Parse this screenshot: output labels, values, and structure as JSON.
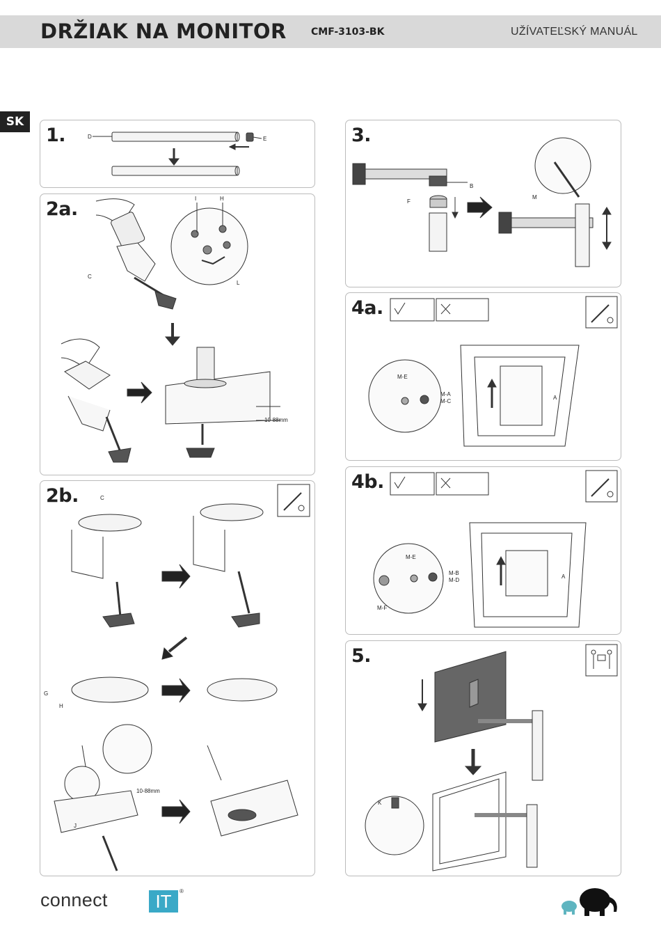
{
  "header": {
    "title": "DRŽIAK NA MONITOR",
    "model": "CMF-3103-BK",
    "doc_type": "UŽÍVATEĽSKÝ MANUÁL"
  },
  "language_tab": "SK",
  "steps": {
    "s1": {
      "label": "1.",
      "parts": [
        "D",
        "E"
      ]
    },
    "s2a": {
      "label": "2a.",
      "parts": [
        "I",
        "H",
        "C",
        "L"
      ],
      "thickness": "10-88mm"
    },
    "s2b": {
      "label": "2b.",
      "parts": [
        "C",
        "G",
        "H",
        "J"
      ],
      "thickness": "10-88mm"
    },
    "s3": {
      "label": "3.",
      "parts": [
        "B",
        "F",
        "M"
      ]
    },
    "s4a": {
      "label": "4a.",
      "parts": [
        "M-E",
        "M-A",
        "M-C",
        "A"
      ]
    },
    "s4b": {
      "label": "4b.",
      "parts": [
        "M-E",
        "M-B",
        "M-D",
        "M-F",
        "A"
      ]
    },
    "s5": {
      "label": "5.",
      "parts": [
        "K"
      ]
    }
  },
  "icons": {
    "screwdriver": "screwdriver-icon",
    "two_person": "two-person-lift-icon",
    "check": "check-icon",
    "cross": "cross-icon"
  },
  "footer": {
    "brand": "connect",
    "brand_box": "IT",
    "reg_mark": "®",
    "brand_color": "#3aa9c7"
  }
}
